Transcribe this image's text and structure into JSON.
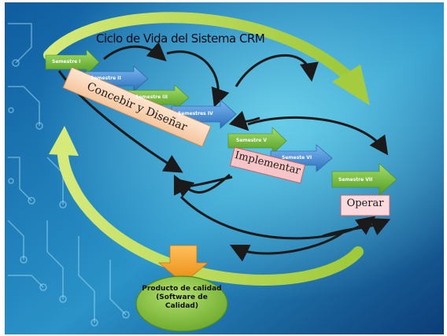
{
  "diagram": {
    "title": "Ciclo de Vida del Sistema CRM",
    "semesters": [
      "Semestre I",
      "Semestre II",
      "Semestre III",
      "Semestres IV",
      "Semestre V",
      "Semeste VI",
      "Semestre VII"
    ],
    "phases": [
      "Concebir y Diseñar",
      "Implementar",
      "Operar"
    ],
    "product": "Producto de calidad (Software de Calidad)"
  },
  "colors": {
    "background_dark": "#0a3e7a",
    "background_light": "#3fb8d8",
    "green_arrow": "#7cc63f",
    "blue_arrow": "#4a90d9",
    "phase_fill": "#f9d6b8",
    "phase_fill_pink": "#f7c5c8",
    "cycle_arrow": "#b9d95a",
    "down_arrow": "#f5a623",
    "product_ellipse": "#8dc63f"
  }
}
